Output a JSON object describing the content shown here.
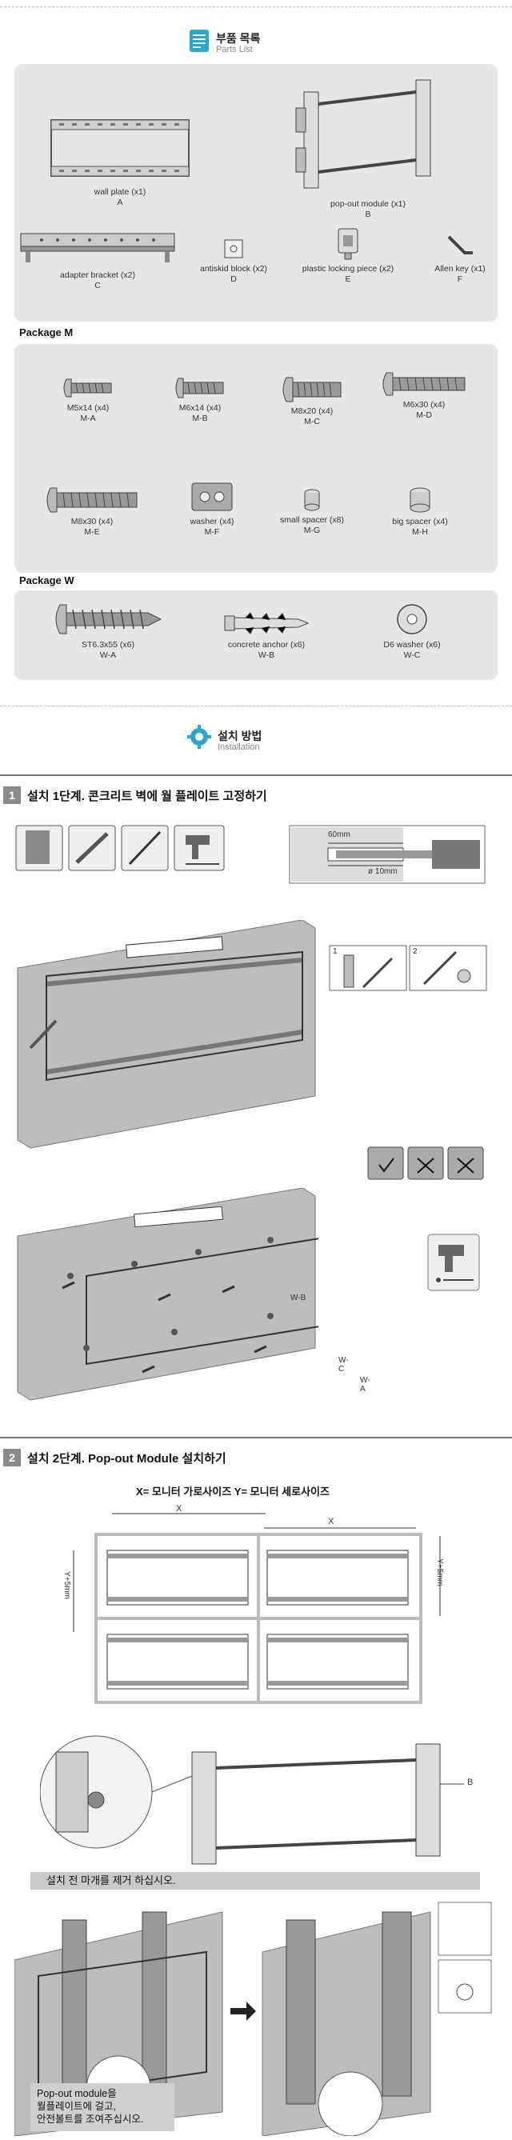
{
  "parts_header": {
    "title": "부품 목록",
    "subtitle": "Parts List"
  },
  "parts": [
    {
      "name": "wall plate (x1)",
      "code": "A"
    },
    {
      "name": "pop-out module (x1)",
      "code": "B"
    },
    {
      "name": "adapter bracket (x2)",
      "code": "C"
    },
    {
      "name": "antiskid block (x2)",
      "code": "D"
    },
    {
      "name": "plastic locking piece (x2)",
      "code": "E"
    },
    {
      "name": "Allen key (x1)",
      "code": "F"
    }
  ],
  "package_m": {
    "label": "Package M",
    "items": [
      {
        "name": "M5x14 (x4)",
        "code": "M-A"
      },
      {
        "name": "M6x14 (x4)",
        "code": "M-B"
      },
      {
        "name": "M8x20 (x4)",
        "code": "M-C"
      },
      {
        "name": "M6x30 (x4)",
        "code": "M-D"
      },
      {
        "name": "M8x30 (x4)",
        "code": "M-E"
      },
      {
        "name": "washer (x4)",
        "code": "M-F"
      },
      {
        "name": "small spacer (x8)",
        "code": "M-G"
      },
      {
        "name": "big spacer (x4)",
        "code": "M-H"
      }
    ]
  },
  "package_w": {
    "label": "Package W",
    "items": [
      {
        "name": "ST6.3x55 (x6)",
        "code": "W-A"
      },
      {
        "name": "concrete anchor (x6)",
        "code": "W-B"
      },
      {
        "name": "D6 washer (x6)",
        "code": "W-C"
      }
    ]
  },
  "install_header": {
    "title": "설치 방법",
    "subtitle": "Installation"
  },
  "step1": {
    "num": "1",
    "title": "설치 1단계. 콘크리트 벽에 월 플레이트 고정하기",
    "drill_depth": "60mm",
    "drill_dia": "ø 10mm",
    "labels": {
      "wb": "W-B",
      "wc": "W-C",
      "wa": "W-A",
      "mini1": "1",
      "mini2": "2"
    }
  },
  "step2": {
    "num": "2",
    "title": "설치 2단계. Pop-out Module 설치하기",
    "formula": "X=  모니터 가로사이즈  Y=  모니터 세로사이즈",
    "x_label": "X",
    "y_label": "Y+5mm",
    "b_label": "B",
    "banner": "설치 전 마개를 제거 하십시오.",
    "note": [
      "Pop-out module을",
      "월플레이트에 걸고,",
      "안전볼트를 조여주십시오."
    ]
  },
  "colors": {
    "panel": "#e6e6e6",
    "accent": "#2aa7c9",
    "step_badge": "#8a8a8a"
  }
}
